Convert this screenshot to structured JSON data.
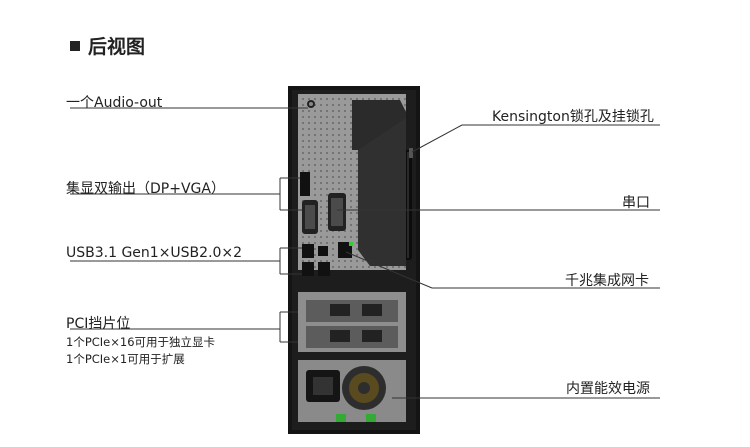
{
  "title": "后视图",
  "labels": {
    "audio": "一个Audio-out",
    "video": "集显双输出（DP+VGA）",
    "usb": "USB3.1 Gen1×USB2.0×2",
    "pci": "PCI挡片位",
    "pci_note1": "1个PCIe×16可用于独立显卡",
    "pci_note2": "1个PCIe×1可用于扩展",
    "kensington": "Kensington锁孔及挂锁孔",
    "serial": "串口",
    "lan": "千兆集成网卡",
    "psu": "内置能效电源"
  }
}
